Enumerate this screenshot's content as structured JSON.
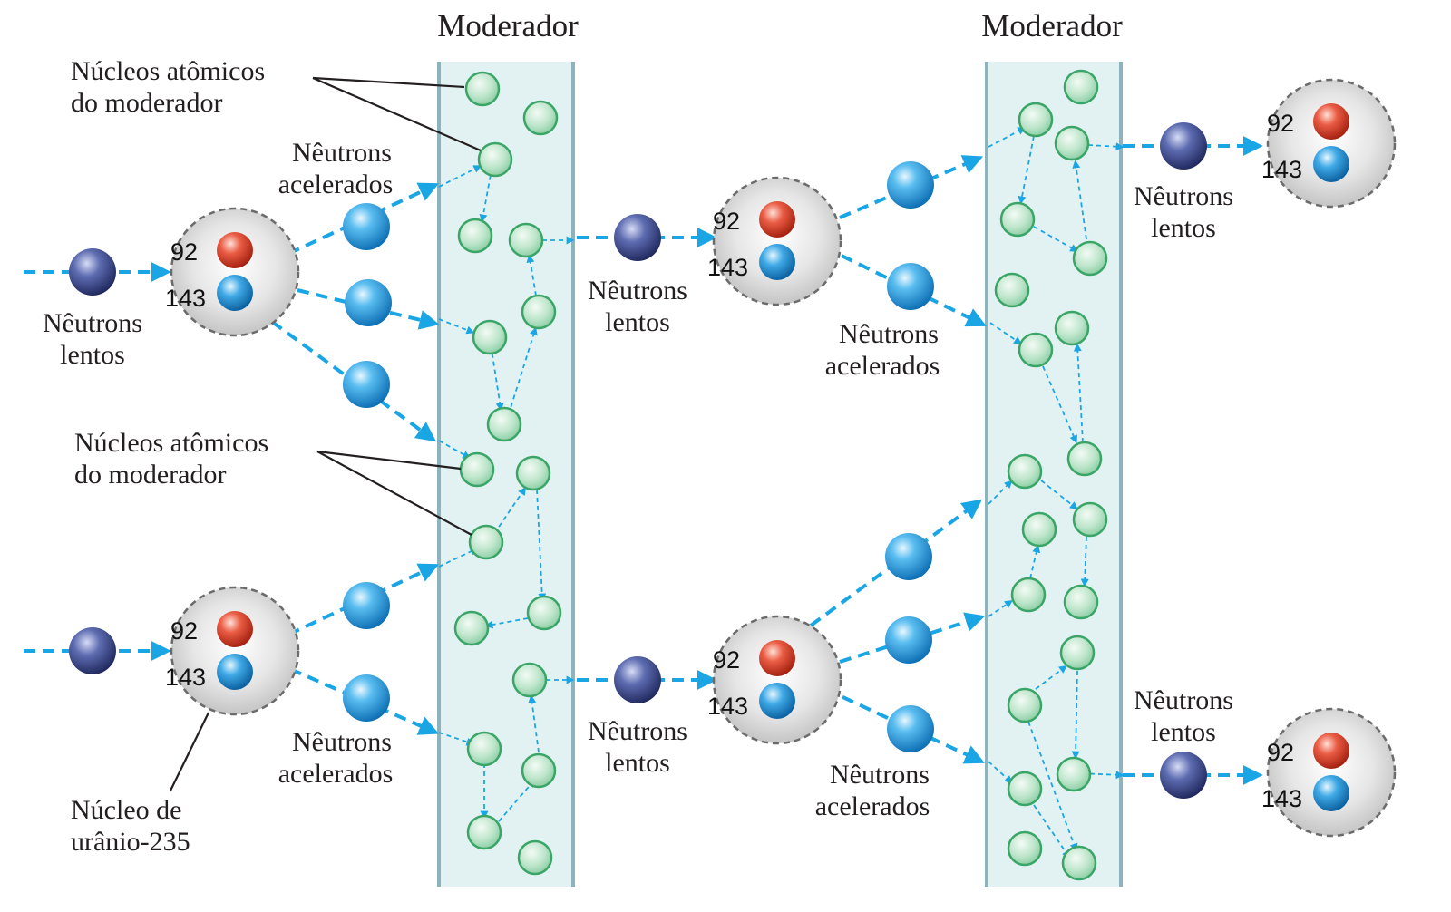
{
  "moderators": [
    {
      "title": "Moderador"
    },
    {
      "title": "Moderador"
    }
  ],
  "labels": {
    "nucleos_moderador_top": [
      "Núcleos atômicos",
      "do moderador"
    ],
    "nucleos_moderador_mid": [
      "Núcleos atômicos",
      "do moderador"
    ],
    "neutrons_acelerados": [
      "Nêutrons",
      "acelerados"
    ],
    "neutrons_lentos": [
      "Nêutrons",
      "lentos"
    ],
    "nucleo_uranio": [
      "Núcleo de",
      "urânio-235"
    ]
  },
  "uranium_nucleus": {
    "protons": "92",
    "neutrons": "143"
  },
  "colors": {
    "arrow": "#1aa6e4",
    "moderator_fill": "#e2f2f2",
    "moderator_border": "#8fb3bd",
    "proton": "#e0462e",
    "neutron": "#1f8fd6",
    "slow_neutron": "#3c4a8c",
    "moderator_nucleus": "#7fcf9f"
  }
}
